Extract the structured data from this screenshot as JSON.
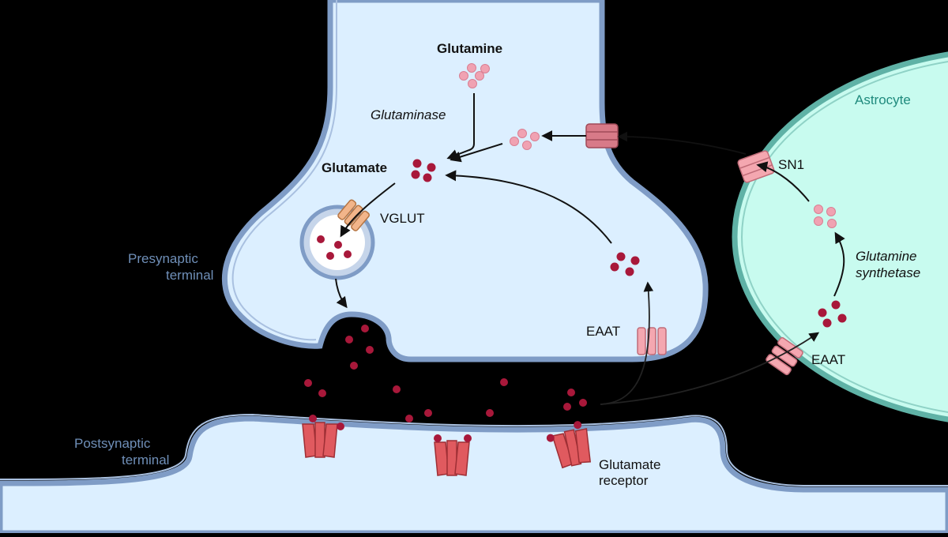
{
  "labels": {
    "glutamine": "Glutamine",
    "glutaminase": "Glutaminase",
    "glutamate": "Glutamate",
    "vglut": "VGLUT",
    "presynaptic_line1": "Presynaptic",
    "presynaptic_line2": "terminal",
    "postsynaptic_line1": "Postsynaptic",
    "postsynaptic_line2": "terminal",
    "eaat_neuron": "EAAT",
    "eaat_astrocyte": "EAAT",
    "sn1": "SN1",
    "astrocyte": "Astrocyte",
    "glutamine_synthetase_line1": "Glutamine",
    "glutamine_synthetase_line2": "synthetase",
    "glutamate_receptor_line1": "Glutamate",
    "glutamate_receptor_line2": "receptor"
  },
  "colors": {
    "background": "#000000",
    "neuron_fill": "#dcefff",
    "neuron_stroke": "#7f9cc6",
    "astrocyte_fill": "#c8fbef",
    "astrocyte_stroke": "#5fb2a6",
    "glutamate": "#a8183a",
    "glutamine": "#f0a2b2",
    "transporter": "#f4a7b0",
    "vglut": "#f2b58a",
    "receptor": "#e05a5f"
  }
}
